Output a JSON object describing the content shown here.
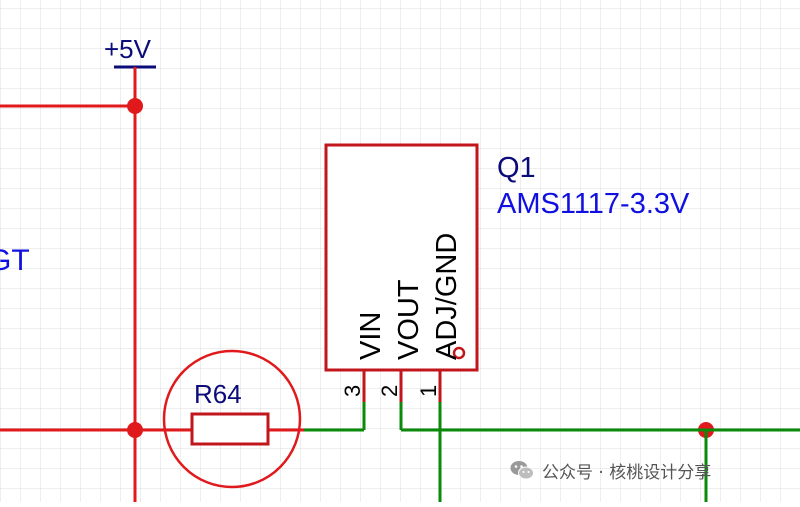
{
  "schematic": {
    "power_label": "+5V",
    "partial_net_label": "GT",
    "resistor": {
      "ref": "R64"
    },
    "regulator": {
      "ref": "Q1",
      "part": "AMS1117-3.3V",
      "pins": [
        {
          "number": "3",
          "name": "VIN"
        },
        {
          "number": "2",
          "name": "VOUT"
        },
        {
          "number": "1",
          "name": "ADJ/GND"
        }
      ]
    },
    "colors": {
      "wire_red": "#e0191c",
      "wire_green": "#0a8a0a",
      "component_outline": "#c0161c",
      "text_navy": "#0b0b7a",
      "text_blue": "#1010e0",
      "grid": "#dcdcdc"
    }
  },
  "watermark": {
    "text": "公众号 · 核桃设计分享"
  }
}
